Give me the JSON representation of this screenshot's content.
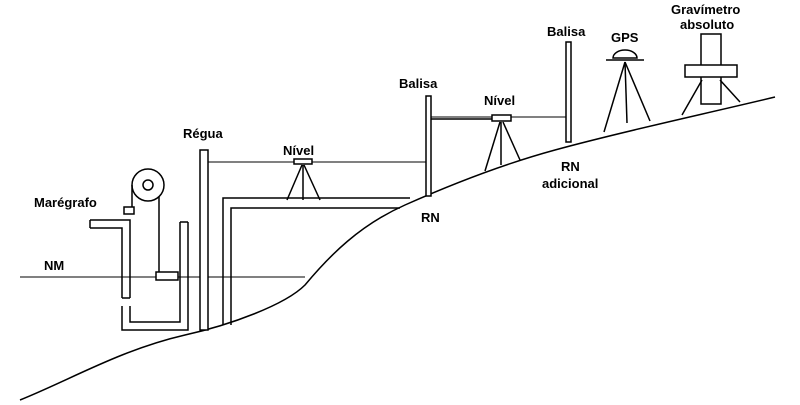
{
  "labels": {
    "nm": "NM",
    "maregrafo": "Marégrafo",
    "regua": "Régua",
    "nivel_1": "Nível",
    "balisa_1": "Balisa",
    "nivel_2": "Nível",
    "balisa_2": "Balisa",
    "gps": "GPS",
    "gravimetro_line1": "Gravímetro",
    "gravimetro_line2": "absoluto",
    "rn": "RN",
    "rn_adicional_line1": "RN",
    "rn_adicional_line2": "adicional"
  }
}
